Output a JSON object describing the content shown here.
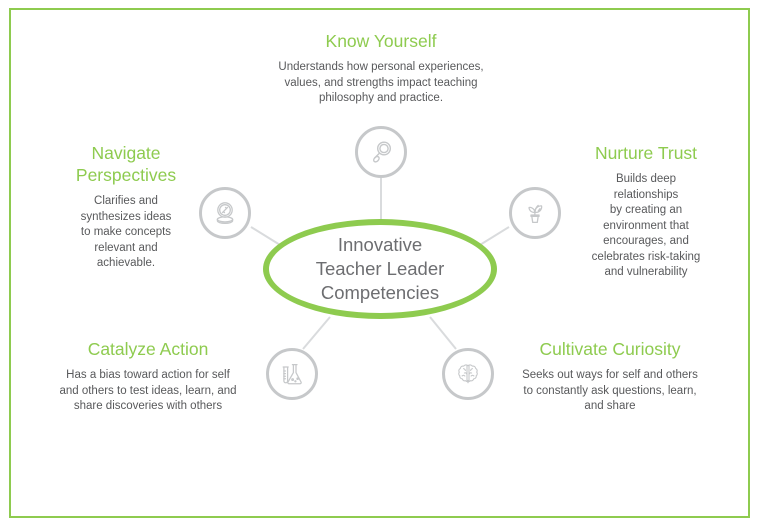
{
  "theme": {
    "accent_green": "#8ECB4F",
    "icon_gray": "#c6c8ca",
    "body_text": "#58595b",
    "center_text": "#6d6e71",
    "background": "#ffffff"
  },
  "center": {
    "label": "Innovative\nTeacher Leader\nCompetencies"
  },
  "nodes": [
    {
      "id": "know-yourself",
      "title": "Know Yourself",
      "description": "Understands how personal experiences,\nvalues, and strengths impact teaching\nphilosophy and practice.",
      "icon": "hand-mirror-icon"
    },
    {
      "id": "nurture-trust",
      "title": "Nurture Trust",
      "description": "Builds deep\nrelationships\nby creating an\nenvironment that\nencourages, and\ncelebrates risk-taking\nand vulnerability",
      "icon": "potted-plant-icon"
    },
    {
      "id": "navigate-perspectives",
      "title": "Navigate\nPerspectives",
      "description": "Clarifies and\nsynthesizes ideas\nto make concepts\nrelevant and\nachievable.",
      "icon": "compass-icon"
    },
    {
      "id": "catalyze-action",
      "title": "Catalyze Action",
      "description": "Has a bias toward action for self\nand others to test ideas, learn, and\nshare discoveries with others",
      "icon": "lab-flask-icon"
    },
    {
      "id": "cultivate-curiosity",
      "title": "Cultivate Curiosity",
      "description": "Seeks out ways for self and others\nto constantly ask questions, learn,\nand share",
      "icon": "brain-icon"
    }
  ]
}
